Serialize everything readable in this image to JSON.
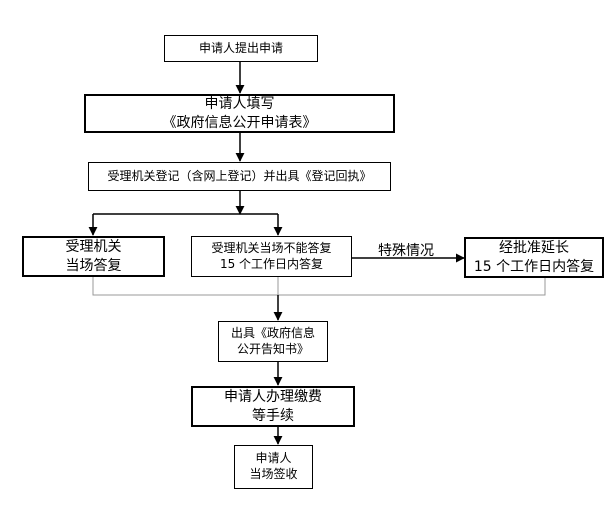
{
  "nodes": {
    "apply": {
      "text": "申请人提出申请"
    },
    "fill_form": {
      "line1": "申请人填写",
      "line2": "《政府信息公开申请表》"
    },
    "register": {
      "text": "受理机关登记（含网上登记）并出具《登记回执》"
    },
    "reply_now": {
      "line1": "受理机关",
      "line2": "当场答复"
    },
    "reply_15": {
      "line1": "受理机关当场不能答复",
      "line2": "15 个工作日内答复"
    },
    "extend": {
      "line1": "经批准延长",
      "line2": "15 个工作日内答复"
    },
    "notice": {
      "line1": "出具《政府信息",
      "line2": "公开告知书》"
    },
    "fees": {
      "line1": "申请人办理缴费",
      "line2": "等手续"
    },
    "sign": {
      "line1": "申请人",
      "line2": "当场签收"
    }
  },
  "edges": {
    "special": {
      "label": "特殊情况"
    }
  }
}
